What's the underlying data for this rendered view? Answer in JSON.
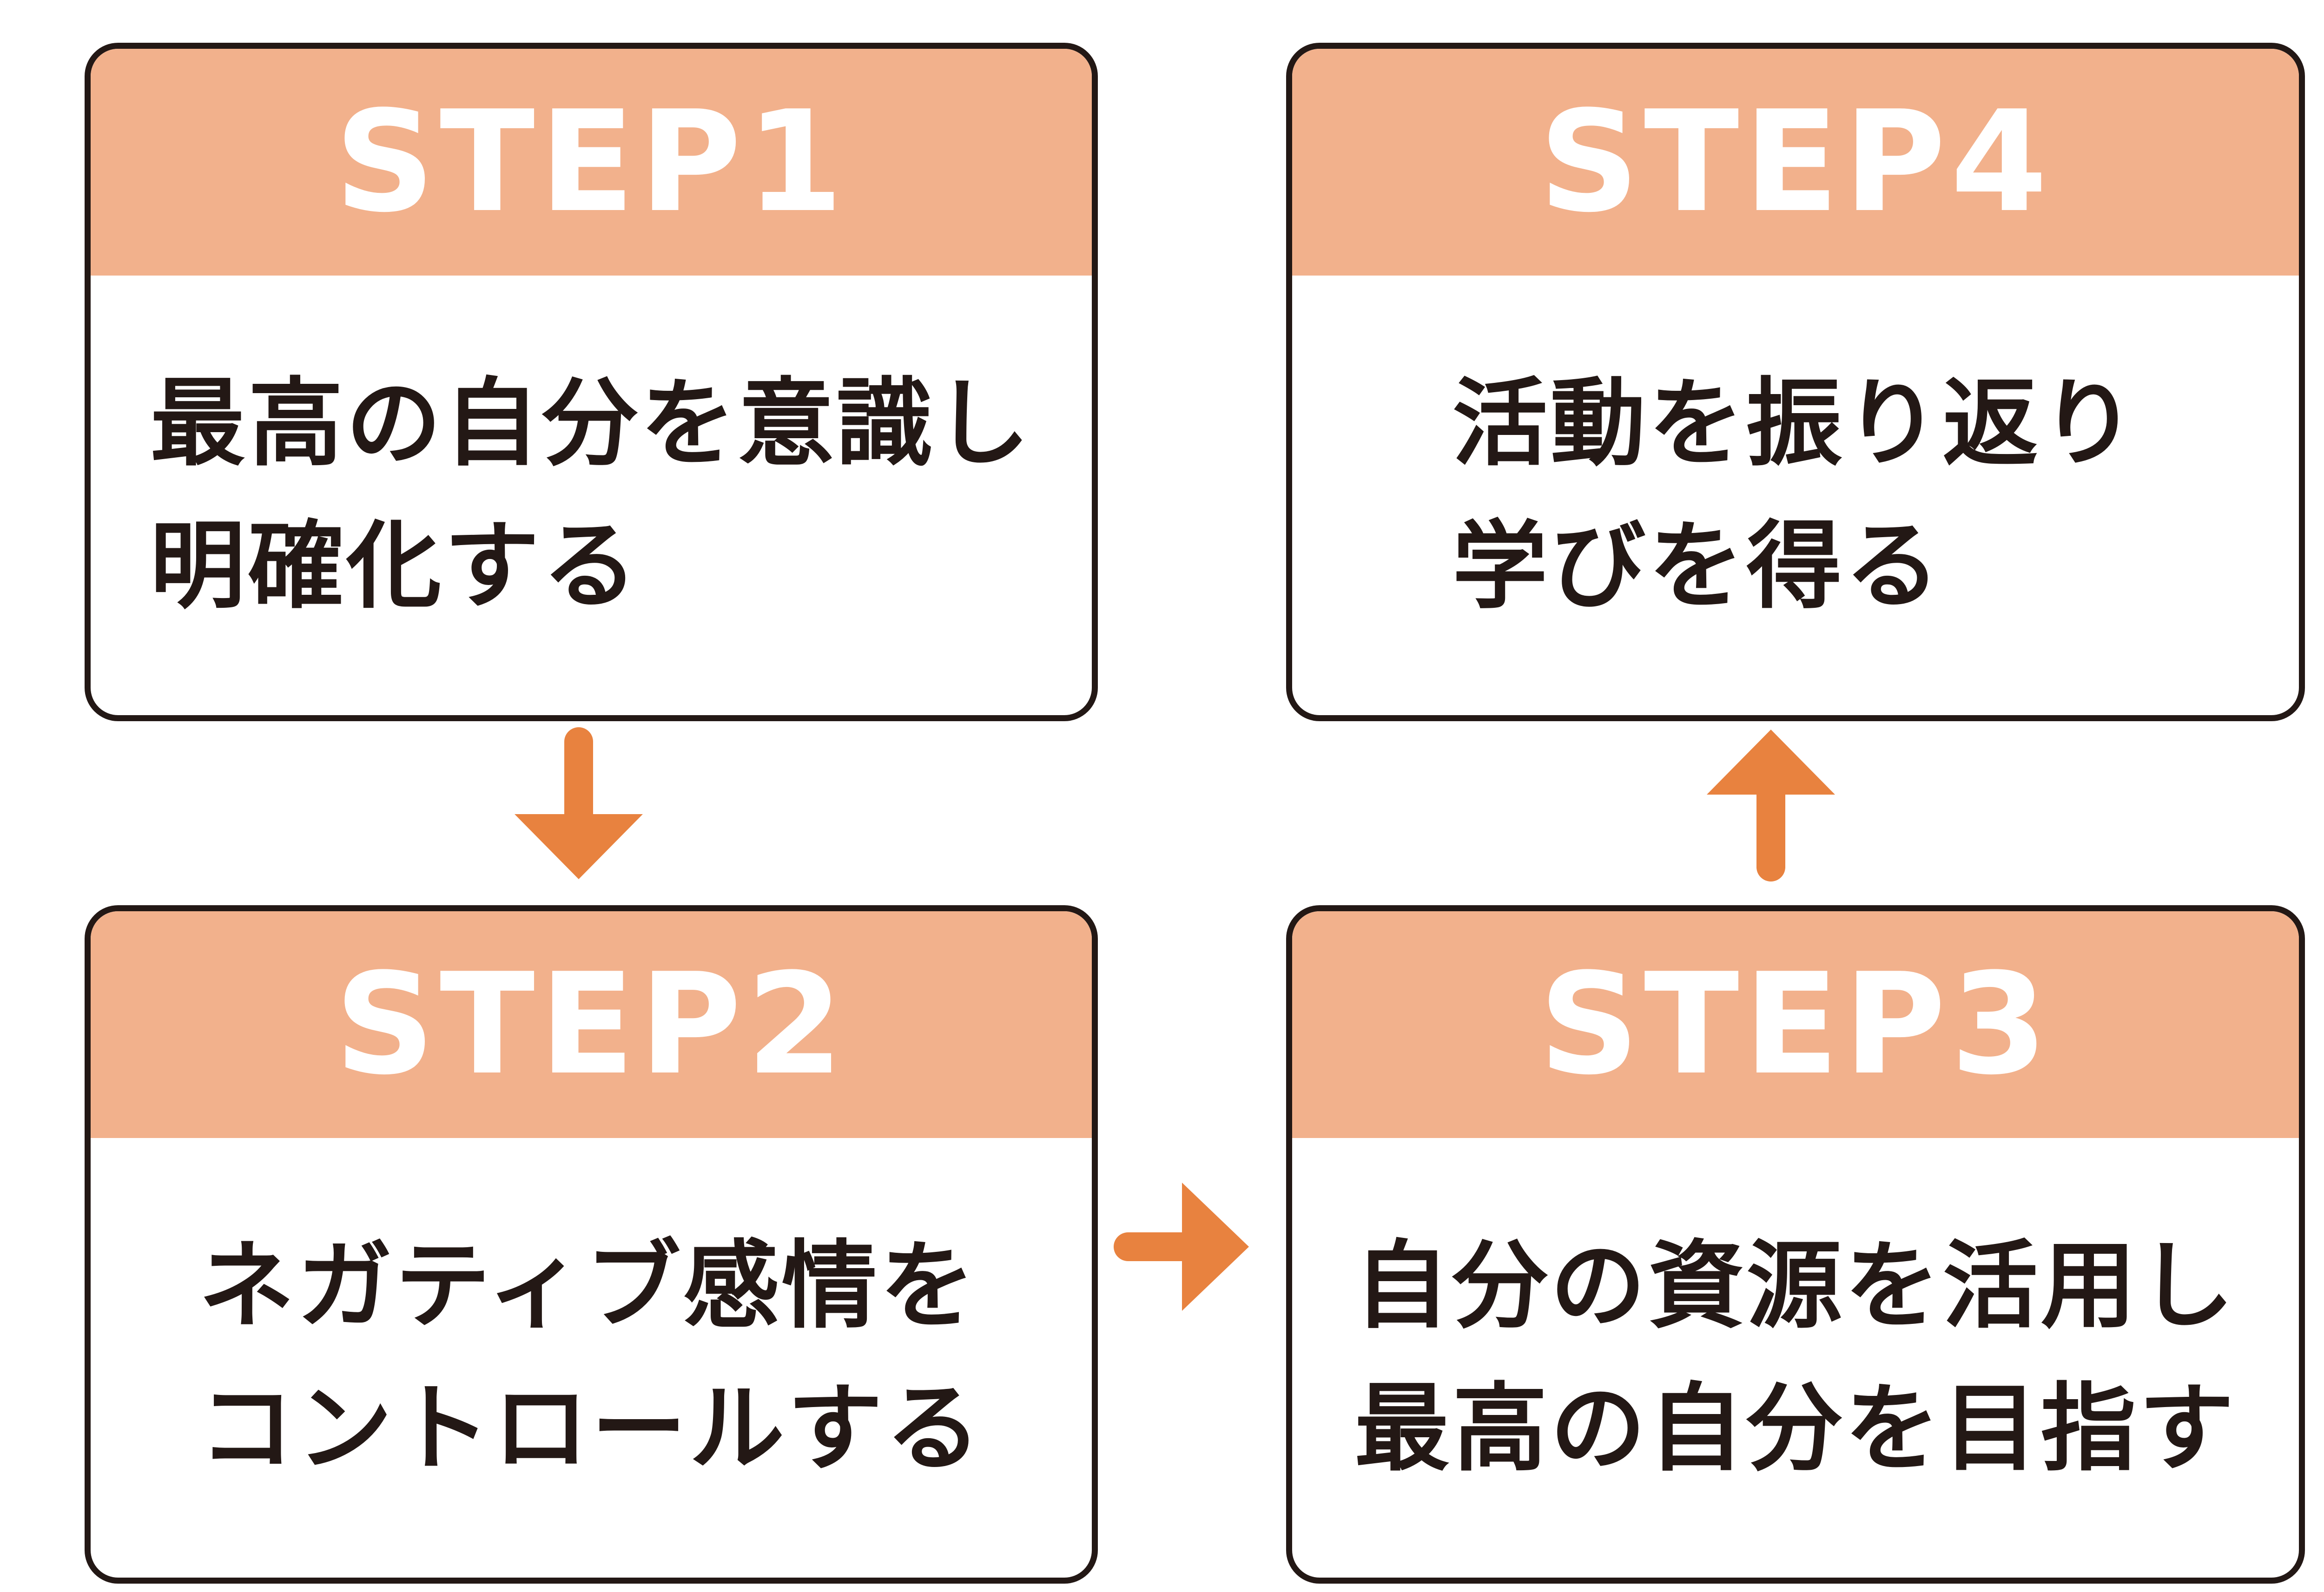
{
  "diagram": {
    "title": "4-step cycle diagram",
    "colors": {
      "header_fill": "#F2B18C",
      "arrow": "#E8823F",
      "border": "#231815",
      "body_text": "#231815",
      "header_text": "#ffffff",
      "background": "#ffffff"
    },
    "steps": [
      {
        "label": "STEP1",
        "lines": [
          "最高の自分を意識し",
          "明確化する"
        ]
      },
      {
        "label": "STEP2",
        "lines": [
          "ネガティブ感情を",
          "コントロールする"
        ]
      },
      {
        "label": "STEP3",
        "lines": [
          "自分の資源を活用し",
          "最高の自分を目指す"
        ]
      },
      {
        "label": "STEP4",
        "lines": [
          "活動を振り返り",
          "学びを得る"
        ]
      }
    ],
    "arrows": [
      {
        "name": "arrow-step1-to-step2",
        "direction": "down"
      },
      {
        "name": "arrow-step2-to-step3",
        "direction": "right"
      },
      {
        "name": "arrow-step3-to-step4",
        "direction": "up"
      }
    ]
  }
}
